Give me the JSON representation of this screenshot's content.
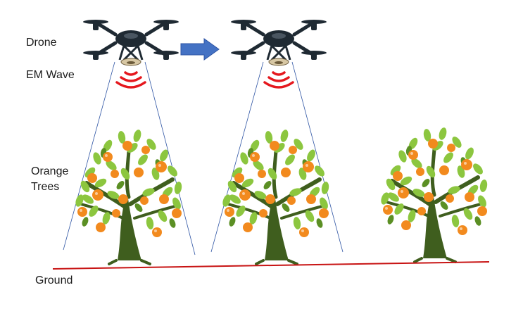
{
  "labels": {
    "drone": "Drone",
    "em_wave": "EM Wave",
    "orange_trees": "Orange\nTrees",
    "ground": "Ground"
  },
  "colors": {
    "leaf": "#8cc63f",
    "leaf_dark": "#5b8f24",
    "trunk": "#3f5e1e",
    "orange": "#f28a1e",
    "wave": "#e5171d",
    "beam": "#2f55a4",
    "arrow": "#4472c4",
    "ground": "#c81414",
    "drone": "#1f2a33"
  },
  "icons": [
    "drone-icon",
    "direction-arrow-icon",
    "em-wave-icon",
    "orange-tree-icon"
  ]
}
